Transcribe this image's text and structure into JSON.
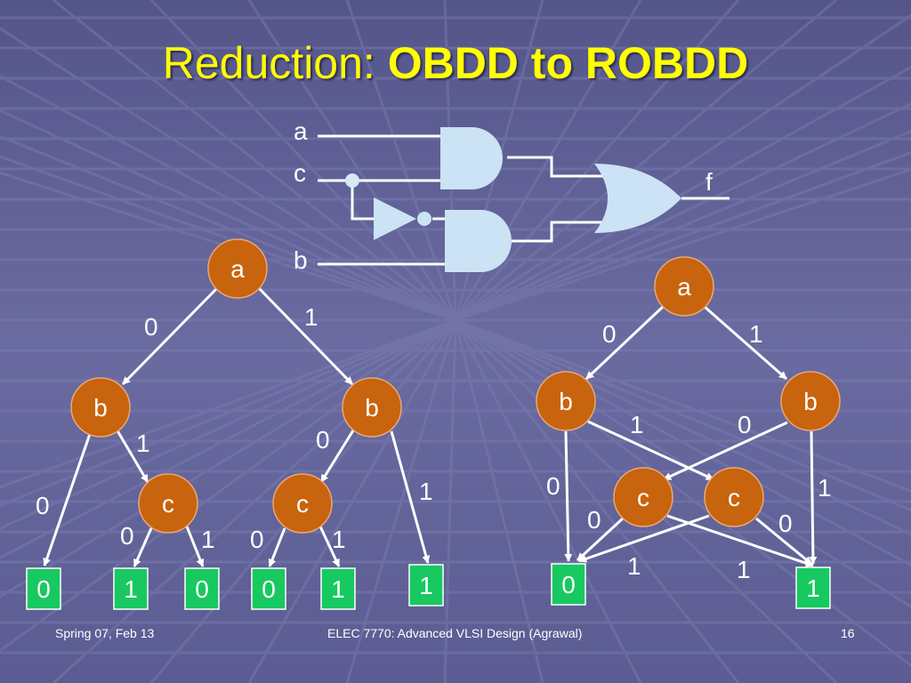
{
  "slide": {
    "title_regular": "Reduction: ",
    "title_bold": "OBDD to ROBDD",
    "footer_left": "Spring 07, Feb 13",
    "footer_center": "ELEC 7770: Advanced VLSI Design (Agrawal)",
    "footer_right": "16"
  },
  "colors": {
    "background": "#5e5f94",
    "title": "#ffff00",
    "node_fill": "#c8630e",
    "terminal_fill": "#18c860",
    "gate_fill": "#cce2f5",
    "wire": "#ffffff"
  },
  "circuit": {
    "inputs": [
      "a",
      "c",
      "b"
    ],
    "output": "f",
    "gates": [
      "and-gate",
      "and-gate",
      "not-gate",
      "or-gate"
    ]
  },
  "obdd": {
    "nodes": {
      "a": "a",
      "b_left": "b",
      "b_right": "b",
      "c_left": "c",
      "c_right": "c"
    },
    "edge_labels": {
      "a_b_left": "0",
      "a_b_right": "1",
      "bl_term": "0",
      "bl_c": "1",
      "cl_term0": "0",
      "cl_term1": "1",
      "br_c": "0",
      "br_term": "1",
      "cr_term0": "0",
      "cr_term1": "1"
    },
    "terminals": [
      "0",
      "1",
      "0",
      "0",
      "1",
      "1"
    ]
  },
  "robdd": {
    "nodes": {
      "a": "a",
      "b_left": "b",
      "b_right": "b",
      "c_left": "c",
      "c_right": "c"
    },
    "edge_labels": {
      "a_b_left": "0",
      "a_b_right": "1",
      "bl_0": "0",
      "bl_1": "1",
      "br_0": "0",
      "br_1": "1",
      "cl_0": "0",
      "cl_1": "1",
      "cr_0": "0",
      "cr_1": "1"
    },
    "terminals": [
      "0",
      "1"
    ]
  }
}
